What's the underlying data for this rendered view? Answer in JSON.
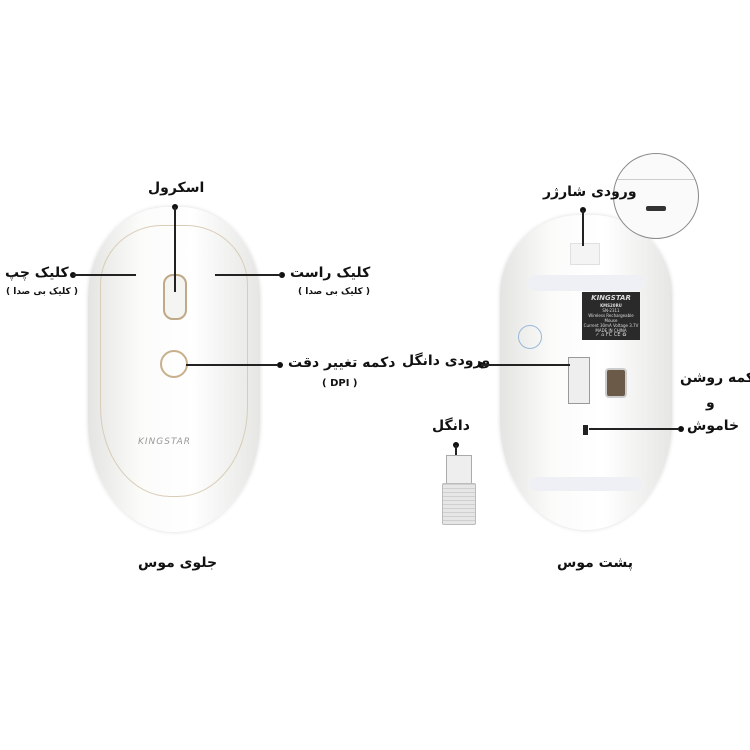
{
  "front": {
    "scroll": "اسکرول",
    "left_click": "کلیک چپ",
    "left_click_sub": "( کلیک بی صدا )",
    "right_click": "کلیک راست",
    "right_click_sub": "( کلیک بی صدا )",
    "dpi_button": "دکمه تغییر دقت",
    "dpi_sub": "( DPI )",
    "brand": "KINGSTAR",
    "caption": "جلوی موس"
  },
  "back": {
    "charger_port": "ورودی شارژر",
    "dongle_slot": "ورودی دانگل",
    "power_line1": "دکمه روشن",
    "power_line2": "و",
    "power_line3": "خاموش",
    "dongle": "دانگل",
    "caption": "پشت موس",
    "sticker": {
      "brand": "KINGSTAR",
      "model": "KMS20RU",
      "sn": "SN-2311",
      "desc": "Wireless Rechargeable Mouse",
      "spec": "Current 30mA Voltage 3.7V",
      "origin": "MADE IN CHINA",
      "marks": "✓ ⌂ FC CE ♻"
    }
  }
}
